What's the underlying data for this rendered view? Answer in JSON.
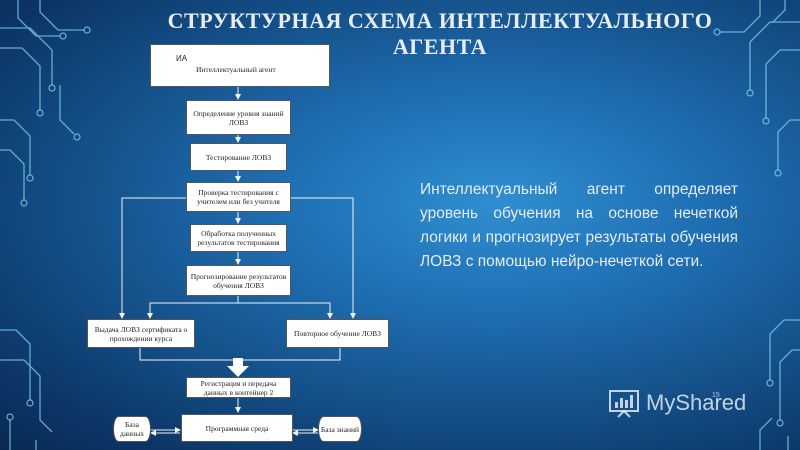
{
  "slide": {
    "title_line1": "СТРУКТУРНАЯ СХЕМА ИНТЕЛЛЕКТУАЛЬНОГО",
    "title_line2": "АГЕНТА",
    "body": "Интеллектуальный агент определяет уровень обучения на основе нечеткой логики и прогнозирует результаты обучения ЛОВЗ с помощью нейро-нечеткой сети.",
    "page_number": "15"
  },
  "diagram": {
    "icon_label": "ИА",
    "nodes": {
      "agent": "Интеллектуальный агент",
      "level": "Определение уровня знаний ЛОВЗ",
      "testing": "Тестирование ЛОВЗ",
      "check": "Проверка тестирования с учителем или без учителя",
      "processing": "Обработка полученных результатов тестирования",
      "forecast": "Прогнозирование результатов обучения ЛОВЗ",
      "certificate": "Выдача ЛОВЗ сертификата о прохождении курса",
      "retrain": "Повторное обучение ЛОВЗ",
      "register": "Регистрация и передача данных в контейнер 2",
      "env": "Программная среда",
      "db_left": "База данных",
      "db_right": "База знаний"
    }
  },
  "watermark": {
    "text": "MyShared",
    "icon": "myshared-logo-icon"
  },
  "colors": {
    "background": "#1f6fb3",
    "circuit": "#7fd3ee",
    "text": "#e6ecf2"
  }
}
